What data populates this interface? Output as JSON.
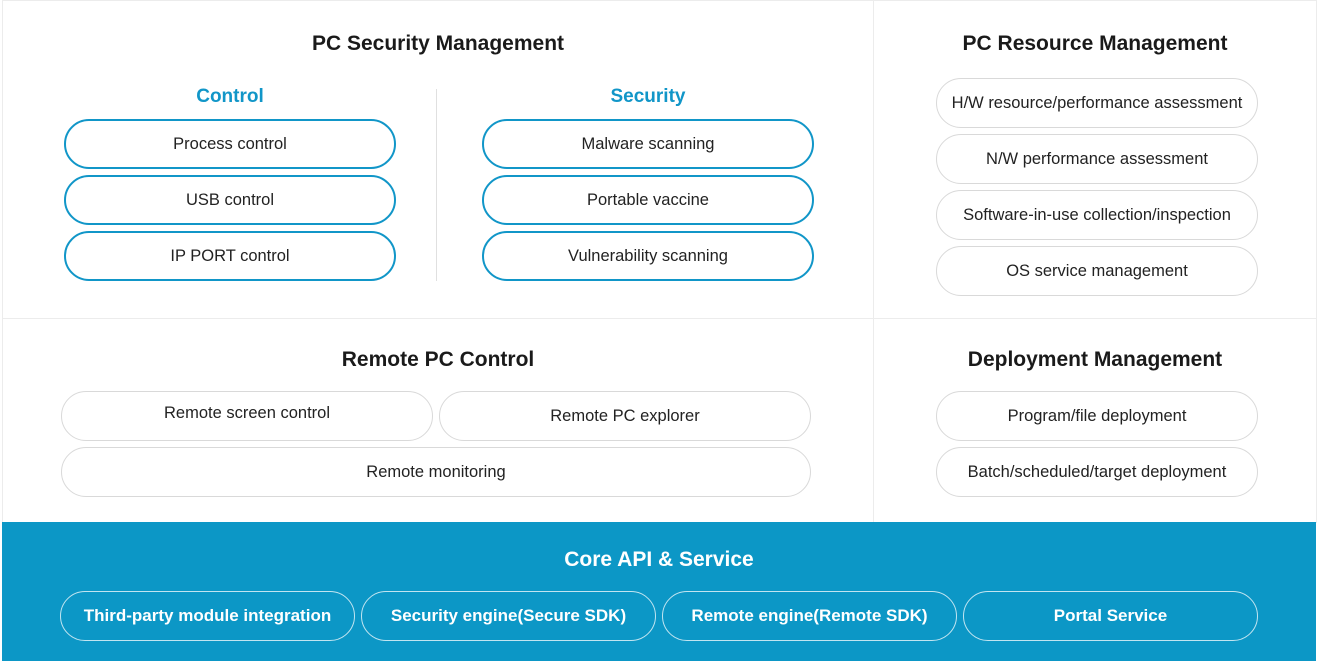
{
  "security": {
    "title": "PC Security Management",
    "control": {
      "title": "Control",
      "items": [
        "Process control",
        "USB control",
        "IP PORT control"
      ]
    },
    "security": {
      "title": "Security",
      "items": [
        "Malware scanning",
        "Portable vaccine",
        "Vulnerability scanning"
      ]
    }
  },
  "resource": {
    "title": "PC Resource Management",
    "items": [
      "H/W resource/performance assessment",
      "N/W performance assessment",
      "Software-in-use collection/inspection",
      "OS service management"
    ]
  },
  "remote": {
    "title": "Remote PC Control",
    "items": [
      "Remote screen control",
      "Remote PC explorer",
      "Remote monitoring"
    ]
  },
  "deployment": {
    "title": "Deployment Management",
    "items": [
      "Program/file deployment",
      "Batch/scheduled/target deployment"
    ]
  },
  "core": {
    "title": "Core API & Service",
    "items": [
      "Third-party module integration",
      "Security engine(Secure SDK)",
      "Remote engine(Remote SDK)",
      "Portal Service"
    ]
  },
  "colors": {
    "accent": "#1196c8",
    "core_background": "#0c97c6"
  }
}
